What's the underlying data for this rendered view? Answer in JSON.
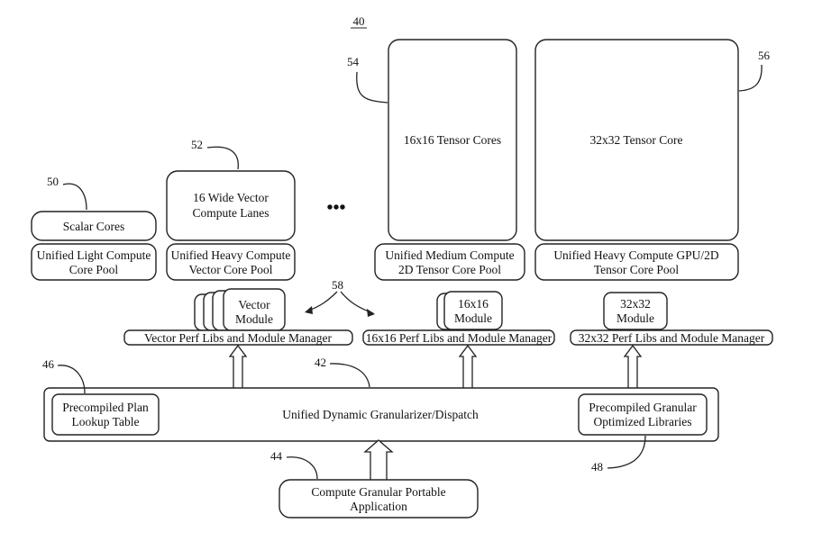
{
  "figure_number": "40",
  "dots": "•••",
  "refs": {
    "r42": "42",
    "r44": "44",
    "r46": "46",
    "r48": "48",
    "r50": "50",
    "r52": "52",
    "r54": "54",
    "r56": "56",
    "r58": "58"
  },
  "cores": {
    "scalar": "Scalar Cores",
    "vector": [
      "16 Wide Vector",
      "Compute Lanes"
    ],
    "tensor16": "16x16 Tensor Cores",
    "tensor32": "32x32 Tensor Core"
  },
  "pools": {
    "light": [
      "Unified Light Compute",
      "Core Pool"
    ],
    "heavy_vector": [
      "Unified Heavy Compute",
      "Vector Core Pool"
    ],
    "medium_2d": [
      "Unified Medium Compute",
      "2D Tensor Core Pool"
    ],
    "heavy_gpu": [
      "Unified Heavy Compute GPU/2D",
      "Tensor Core Pool"
    ]
  },
  "modules": {
    "vector": [
      "Vector",
      "Module"
    ],
    "m16": [
      "16x16",
      "Module"
    ],
    "m32": [
      "32x32",
      "Module"
    ]
  },
  "managers": {
    "vector": "Vector Perf Libs and Module Manager",
    "m16": "16x16 Perf Libs and Module Manager",
    "m32": "32x32 Perf Libs and Module Manager"
  },
  "dispatch": {
    "title": "Unified Dynamic Granularizer/Dispatch",
    "plan_table": [
      "Precompiled Plan",
      "Lookup Table"
    ],
    "libraries": [
      "Precompiled Granular",
      "Optimized Libraries"
    ]
  },
  "application": [
    "Compute Granular Portable",
    "Application"
  ]
}
